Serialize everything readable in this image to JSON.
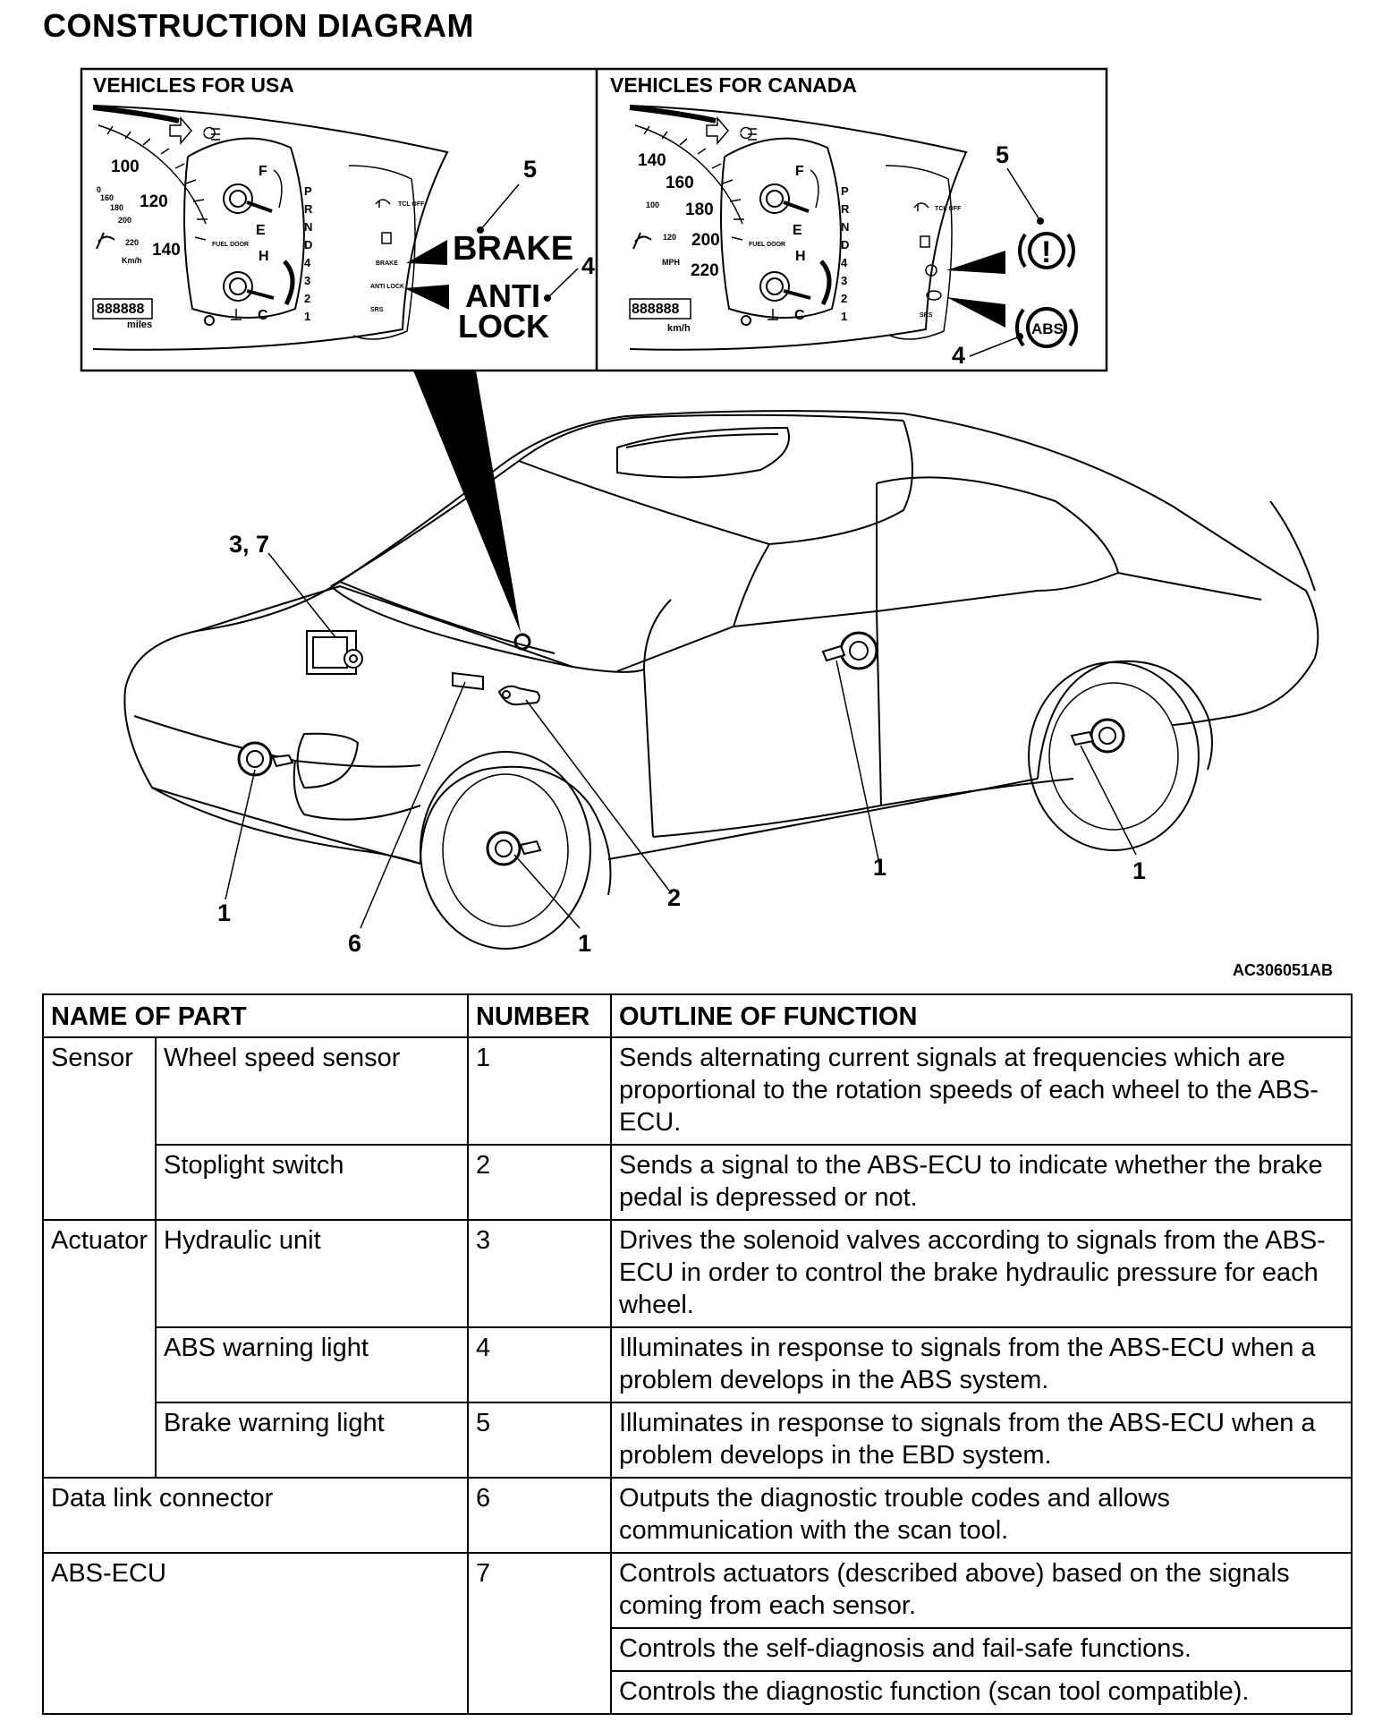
{
  "page_title": "CONSTRUCTION DIAGRAM",
  "panels": {
    "usa": {
      "title": "VEHICLES FOR USA",
      "speedo_ticks": [
        "100",
        "120",
        "140"
      ],
      "speedo_inner_ticks": [
        "0",
        "160",
        "180",
        "200",
        "220"
      ],
      "speed_unit": "Km/h",
      "odometer": "888888",
      "odo_unit": "miles",
      "gauge_labels": [
        "F",
        "E",
        "H",
        "C"
      ],
      "fuel_door": "FUEL DOOR",
      "gears": [
        "P",
        "R",
        "N",
        "D",
        "4",
        "3",
        "2",
        "1"
      ],
      "lamp_labels": [
        "TCL OFF",
        "BRAKE",
        "ANTI LOCK",
        "SRS"
      ],
      "brake_callout": "BRAKE",
      "antilock_callout_1": "ANTI",
      "antilock_callout_2": "LOCK",
      "callout_brake_num": "5",
      "callout_abs_num": "4"
    },
    "canada": {
      "title": "VEHICLES FOR CANADA",
      "speedo_ticks": [
        "140",
        "160",
        "180",
        "200",
        "220"
      ],
      "speedo_inner_ticks": [
        "100",
        "120"
      ],
      "speed_unit": "MPH",
      "odometer": "888888",
      "odo_unit": "km/h",
      "gauge_labels": [
        "F",
        "E",
        "H",
        "C"
      ],
      "fuel_door": "FUEL DOOR",
      "gears": [
        "P",
        "R",
        "N",
        "D",
        "4",
        "3",
        "2",
        "1"
      ],
      "lamp_labels": [
        "TCL OFF",
        "SRS"
      ],
      "brake_symbol": "!",
      "abs_symbol": "ABS",
      "callout_brake_num": "5",
      "callout_abs_num": "4"
    }
  },
  "car_callouts": {
    "hydraulic_unit": "3, 7",
    "front_left_sensor": "1",
    "data_link": "6",
    "front_wheel_sensor": "1",
    "stoplight": "2",
    "rear_door_sensor": "1",
    "rear_wheel_sensor": "1"
  },
  "figure_code": "AC306051AB",
  "table": {
    "headers": {
      "name": "NAME OF PART",
      "number": "NUMBER",
      "function": "OUTLINE OF FUNCTION"
    },
    "rows": [
      {
        "group": "Sensor",
        "part": "Wheel speed sensor",
        "number": "1",
        "function": "Sends alternating current signals at frequencies which are proportional to the rotation speeds of each wheel to the ABS-ECU."
      },
      {
        "part": "Stoplight switch",
        "number": "2",
        "function": "Sends a signal to the ABS-ECU to indicate whether the brake pedal is depressed or not."
      },
      {
        "group": "Actuator",
        "part": "Hydraulic unit",
        "number": "3",
        "function": "Drives the solenoid valves according to signals from the ABS-ECU in order to control the brake hydraulic pressure for each wheel."
      },
      {
        "part": "ABS warning light",
        "number": "4",
        "function": "Illuminates in response to signals from the ABS-ECU when a problem develops in the ABS system."
      },
      {
        "part": "Brake warning light",
        "number": "5",
        "function": "Illuminates in response to signals from the ABS-ECU when a problem develops in the EBD system."
      },
      {
        "part": "Data link connector",
        "number": "6",
        "function": "Outputs the diagnostic trouble codes and allows communication with the scan tool."
      },
      {
        "part": "ABS-ECU",
        "number": "7",
        "function": "Controls actuators (described above) based on the signals coming from each sensor.",
        "function_2": "Controls the self-diagnosis and fail-safe functions.",
        "function_3": "Controls the diagnostic function (scan tool compatible)."
      }
    ]
  }
}
